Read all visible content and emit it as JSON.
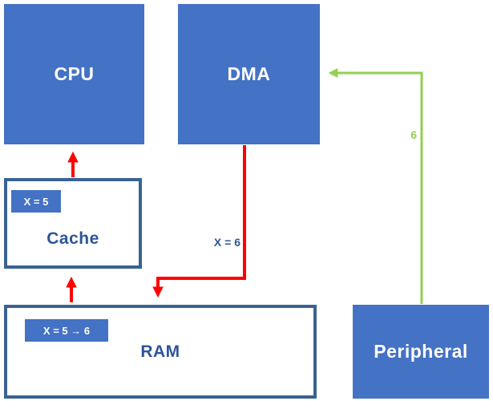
{
  "diagram": {
    "nodes": {
      "cpu": {
        "label": "CPU"
      },
      "dma": {
        "label": "DMA"
      },
      "cache": {
        "label": "Cache",
        "badge": "X = 5"
      },
      "ram": {
        "label": "RAM",
        "badge": "X = 5 → 6"
      },
      "peripheral": {
        "label": "Peripheral"
      }
    },
    "edge_labels": {
      "dma_to_ram": "X = 6",
      "peripheral_to_dma": "6"
    }
  },
  "colors": {
    "node_fill": "#4472C4",
    "node_border": "#3A6293",
    "node_text_blue": "#2F5597",
    "arrow_red": "#FF0000",
    "arrow_green": "#92D050"
  }
}
